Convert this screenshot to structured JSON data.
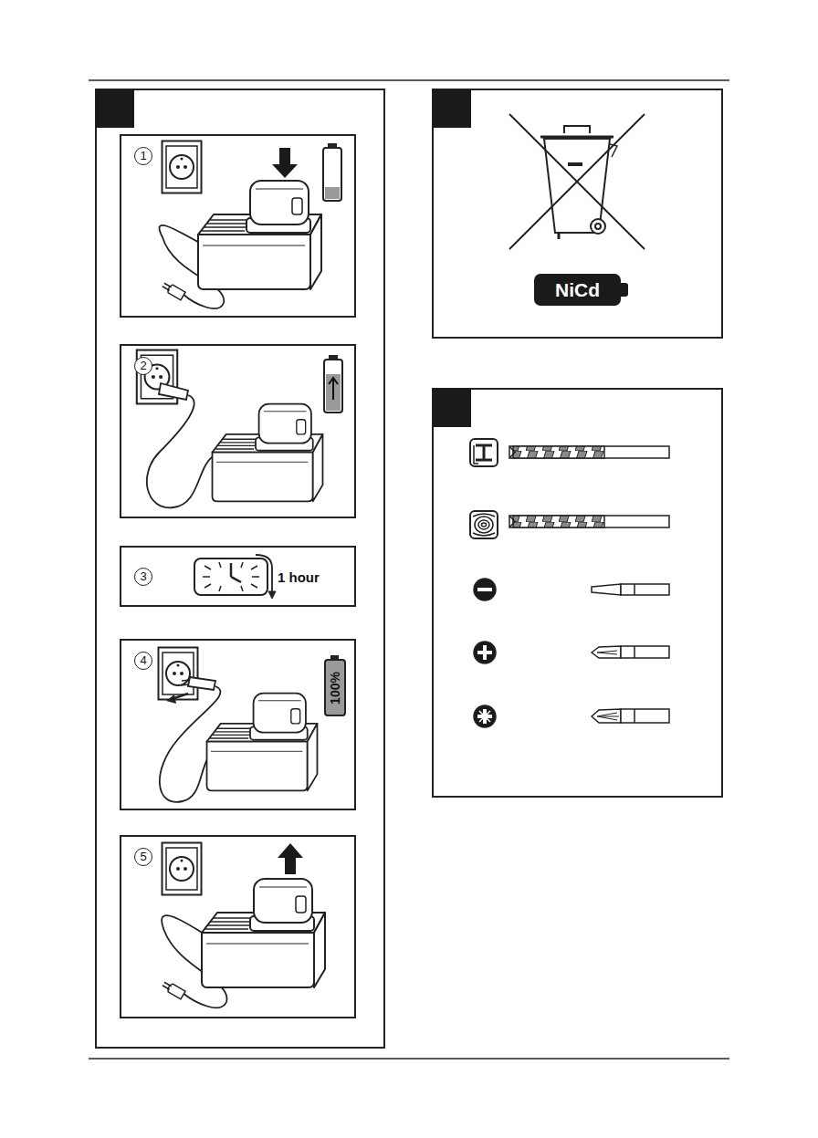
{
  "diagram": {
    "nodes": [
      {
        "text": [
          "1"
        ]
      },
      {
        "text": [
          "2"
        ]
      },
      {
        "text": [
          "3"
        ]
      },
      {
        "text": [
          "4"
        ]
      },
      {
        "text": [
          "5"
        ]
      },
      {
        "text": [
          "100%"
        ],
        "in": 3
      },
      {
        "text": [
          "NiCd"
        ]
      }
    ],
    "labels": [
      "1 hour"
    ]
  }
}
